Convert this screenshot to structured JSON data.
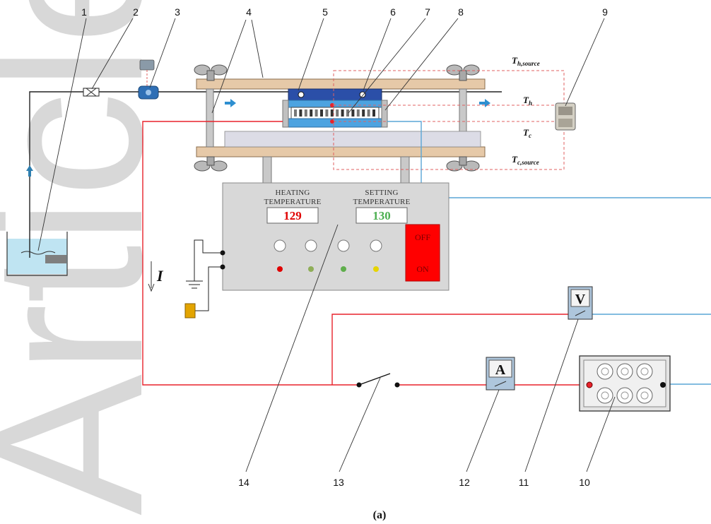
{
  "watermark": "Article",
  "caption": "(a)",
  "callouts": [
    "1",
    "2",
    "3",
    "4",
    "5",
    "6",
    "7",
    "8",
    "9",
    "10",
    "11",
    "12",
    "13",
    "14"
  ],
  "controller": {
    "heating_label_1": "HEATING",
    "heating_label_2": "TEMPERATURE",
    "heating_value": "129",
    "setting_label_1": "SETTING",
    "setting_label_2": "TEMPERATURE",
    "setting_value": "130",
    "off_label": "OFF",
    "on_label": "ON"
  },
  "temperatures": {
    "th_source_main": "T",
    "th_source_sub": "h,source",
    "th_main": "T",
    "th_sub": "h",
    "tc_main": "T",
    "tc_sub": "c",
    "tc_source_main": "T",
    "tc_source_sub": "c,source"
  },
  "current_label": "I",
  "voltmeter_label": "V",
  "ammeter_label": "A",
  "colors": {
    "wire": "#e8222b",
    "signal": "#5aa6d6",
    "plate": "#e6c9a8",
    "controller": "#d8d8d8",
    "display_heating": "#e00000",
    "display_setting": "#4caf50",
    "switch_red": "#ff0000",
    "water": "#bfe4f2",
    "dashed": "#e06060"
  }
}
